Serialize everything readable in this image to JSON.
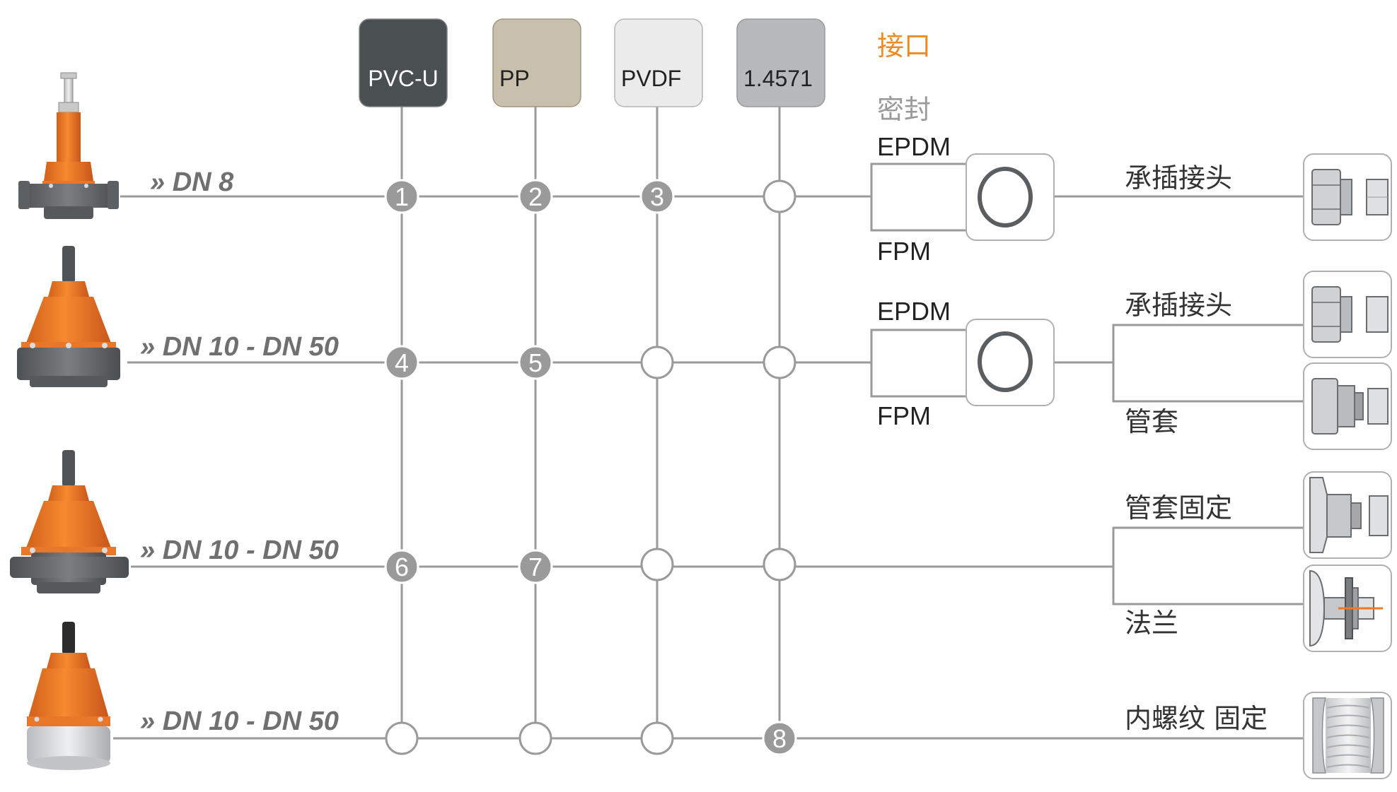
{
  "materials": [
    {
      "label": "PVC-U",
      "fill": "#4a4f52",
      "text_color": "#ffffff"
    },
    {
      "label": "PP",
      "fill": "#c8c0ad",
      "text_color": "#222222"
    },
    {
      "label": "PVDF",
      "fill": "#ebebeb",
      "text_color": "#222222"
    },
    {
      "label": "1.4571",
      "fill": "#b7b9bb",
      "text_color": "#222222"
    }
  ],
  "header": {
    "connection_title": "接口",
    "seal_title": "密封",
    "accent_color": "#f08a24"
  },
  "rows": [
    {
      "size_label": "» DN 8",
      "nodes": [
        "1",
        "2",
        "3",
        ""
      ]
    },
    {
      "size_label": "» DN 10 - DN 50",
      "nodes": [
        "4",
        "5",
        "",
        ""
      ]
    },
    {
      "size_label": "» DN 10 - DN 50",
      "nodes": [
        "6",
        "7",
        "",
        ""
      ]
    },
    {
      "size_label": "» DN 10 - DN 50",
      "nodes": [
        "",
        "",
        "",
        "8"
      ]
    }
  ],
  "seals": [
    {
      "top": "EPDM",
      "bottom": "FPM",
      "icon": "o-ring-icon"
    },
    {
      "top": "EPDM",
      "bottom": "FPM",
      "icon": "o-ring-icon"
    }
  ],
  "connections": [
    {
      "label": "承插接头",
      "icon": "socket-icon"
    },
    {
      "label": "承插接头",
      "icon": "socket-icon"
    },
    {
      "label": "管套",
      "icon": "union-icon"
    },
    {
      "label": "管套固定",
      "icon": "union-fixed-icon"
    },
    {
      "label": "法兰",
      "icon": "flange-icon"
    },
    {
      "label": "内螺纹 固定",
      "icon": "female-thread-icon"
    }
  ],
  "products": [
    {
      "icon": "valve-dn8-icon"
    },
    {
      "icon": "valve-socket-icon"
    },
    {
      "icon": "valve-spigot-icon"
    },
    {
      "icon": "valve-thread-icon"
    }
  ],
  "colors": {
    "line": "#9a9a9a",
    "node_fill": "#9a9a9a",
    "orange": "#f07a24",
    "dark_gray": "#5f6366"
  }
}
